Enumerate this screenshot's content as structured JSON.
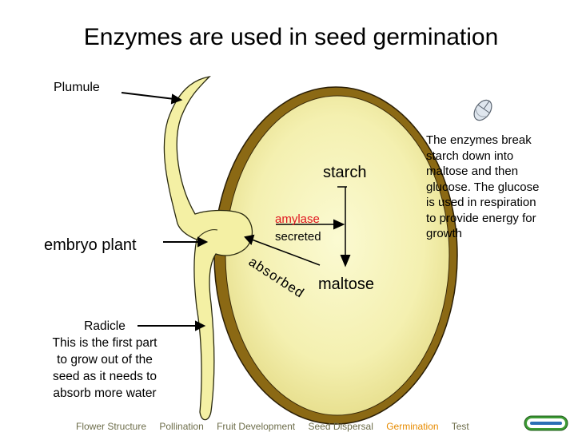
{
  "title": "Enzymes are used in seed germination",
  "labels": {
    "plumule": "Plumule",
    "embryo": "embryo plant",
    "radicle_lines": [
      "Radicle",
      "This is the first part",
      "to grow out of the",
      "seed as it needs to",
      "absorb more water"
    ],
    "starch": "starch",
    "maltose": "maltose",
    "amylase": "amylase",
    "secreted": "secreted",
    "absorbed": "absorbed"
  },
  "info_lines": [
    "The enzymes break",
    "starch down into",
    "maltose and then",
    "glucose. The glucose",
    "is used in respiration",
    "to provide energy for",
    "growth"
  ],
  "nav": {
    "items": [
      "Flower Structure",
      "Pollination",
      "Fruit Development",
      "Seed Dispersal",
      "Germination",
      "Test"
    ],
    "active": "Germination"
  },
  "icons": {
    "mouse": "mouse-icon",
    "logo": "clickbiology-logo"
  },
  "colors": {
    "seed_outer": "#8b6914",
    "seed_inner": "#f7f4b8",
    "embryo_fill": "#f4f0a4",
    "amylase": "#e0141e",
    "nav_text": "#6d6d4a",
    "nav_active": "#e78b00"
  }
}
